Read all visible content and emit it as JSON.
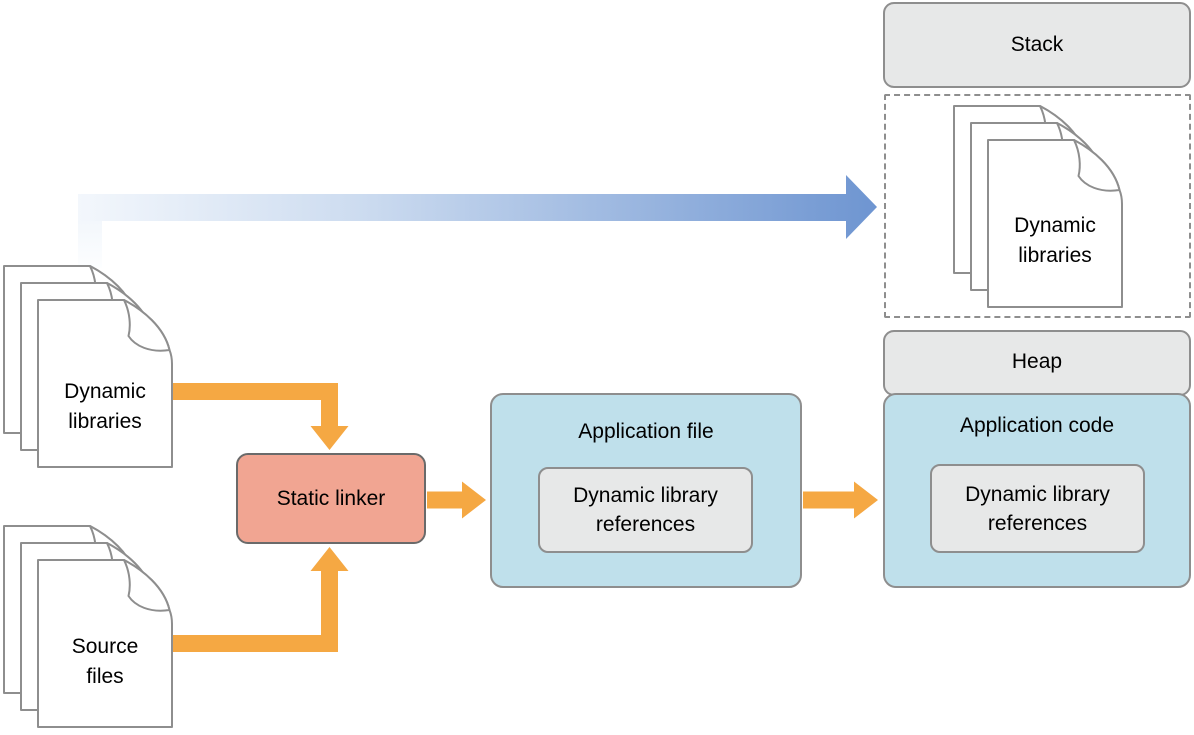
{
  "memory_regions": {
    "stack": {
      "label": "Stack"
    },
    "loaded_libraries": {
      "line1": "Dynamic",
      "line2": "libraries"
    },
    "heap": {
      "label": "Heap"
    },
    "application_code": {
      "title": "Application code",
      "references": {
        "line1": "Dynamic library",
        "line2": "references"
      }
    }
  },
  "build_flow": {
    "dynamic_libraries_input": {
      "line1": "Dynamic",
      "line2": "libraries"
    },
    "source_files_input": {
      "line1": "Source",
      "line2": "files"
    },
    "static_linker": {
      "label": "Static linker"
    },
    "application_file": {
      "title": "Application file",
      "references": {
        "line1": "Dynamic library",
        "line2": "references"
      }
    }
  },
  "colors": {
    "box_blue": "#BFE0EB",
    "box_gray": "#E7E8E8",
    "linker_salmon": "#F1A592",
    "arrow_orange": "#F5A843",
    "arrow_blue": "#6E95D1",
    "border_gray": "#8E8E8E"
  }
}
